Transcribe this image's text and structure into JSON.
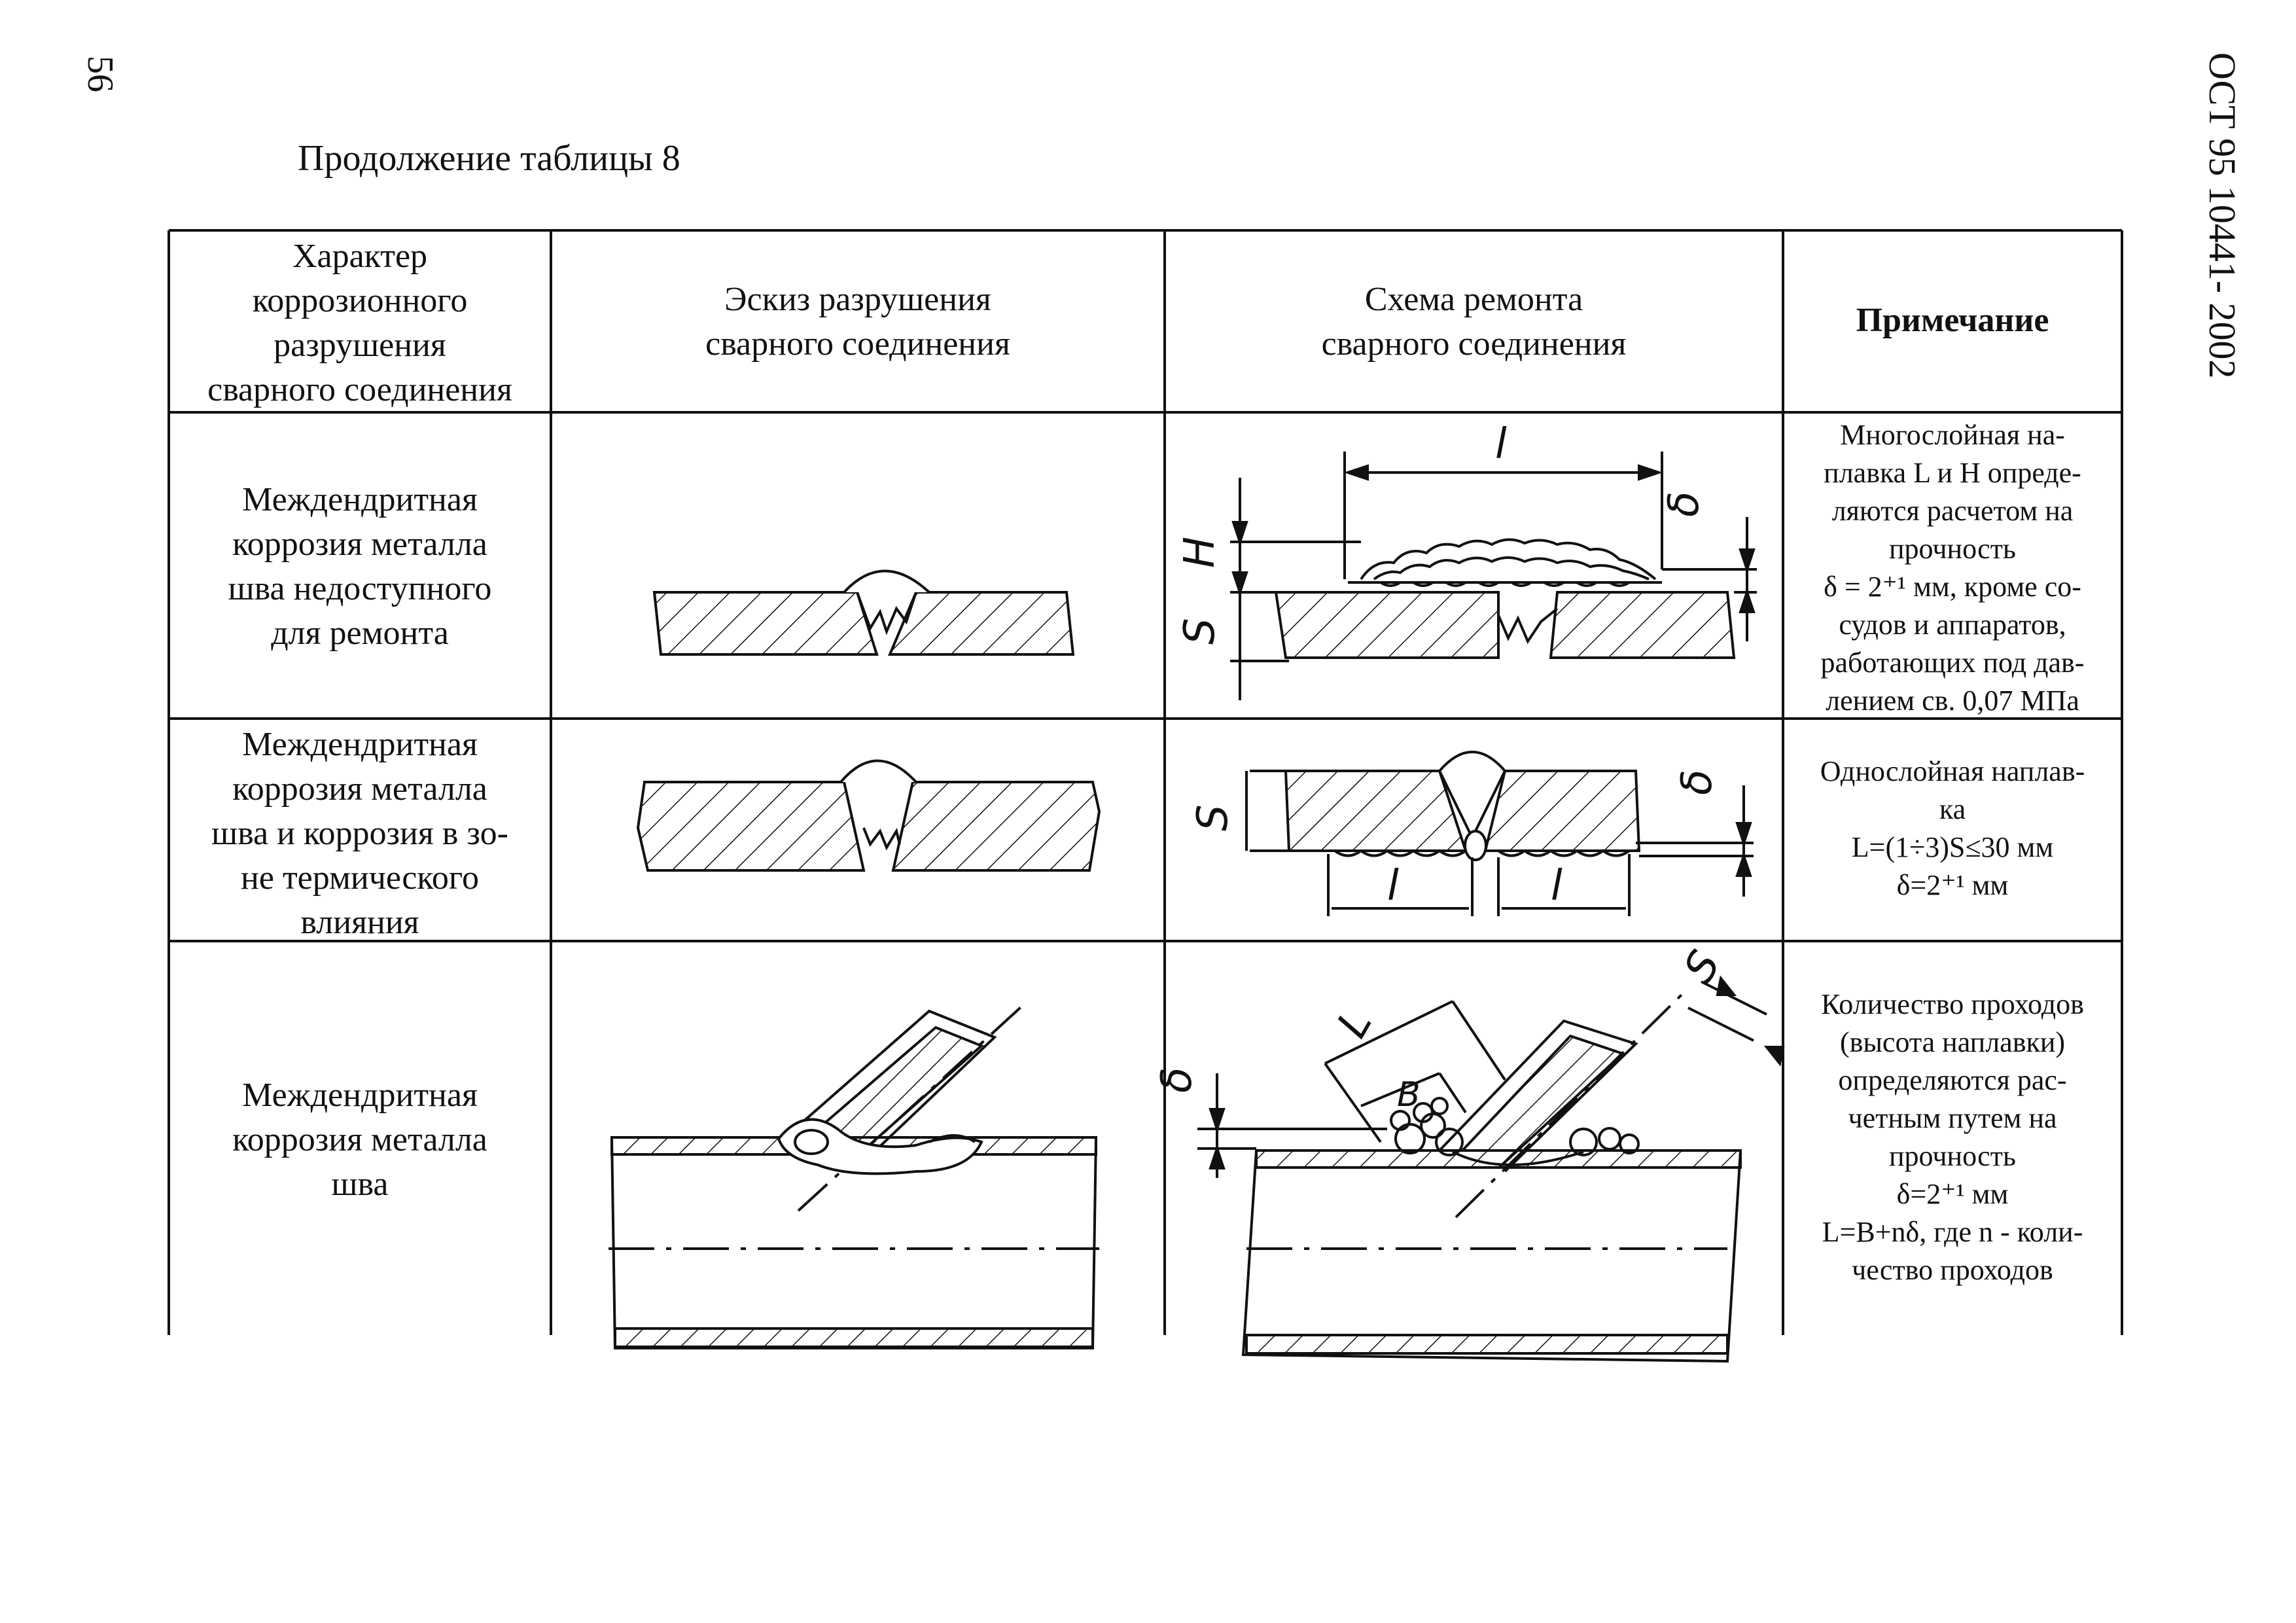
{
  "page_number": "56",
  "document_code": "ОСТ 95 10441- 2002",
  "table_title": "Продолжение таблицы 8",
  "header": {
    "col1": "Характер\nкоррозионного\nразрушения\nсварного соединения",
    "col2": "Эскиз разрушения\nсварного соединения",
    "col3": "Схема ремонта\nсварного соединения",
    "col4": "Примечание"
  },
  "rows": [
    {
      "character": "Междендритная\nкоррозия металла\nшва недоступного\nдля ремонта",
      "note": "Многослойная на-\nплавка L и H опреде-\nляются расчетом на\nпрочность\nδ = 2⁺¹ мм, кроме со-\nсудов и аппаратов,\nработающих под дав-\nлением св. 0,07 МПа",
      "labels": {
        "l": "l",
        "h": "H",
        "s": "S",
        "delta": "δ"
      }
    },
    {
      "character": "Междендритная\nкоррозия металла\nшва и коррозия в зо-\nне термического\nвлияния",
      "note": "Однослойная наплав-\nка\nL=(1÷3)S≤30 мм\nδ=2⁺¹ мм",
      "labels": {
        "s": "S",
        "l1": "l",
        "l2": "l",
        "delta": "δ"
      }
    },
    {
      "character": "Междендритная\nкоррозия металла\nшва",
      "note": "Количество проходов\n(высота наплавки)\nопределяются рас-\nчетным путем на\nпрочность\nδ=2⁺¹ мм\nL=B+nδ, где n - коли-\nчество проходов",
      "labels": {
        "l": "L",
        "b": "B",
        "s": "S",
        "delta": "δ"
      }
    }
  ]
}
